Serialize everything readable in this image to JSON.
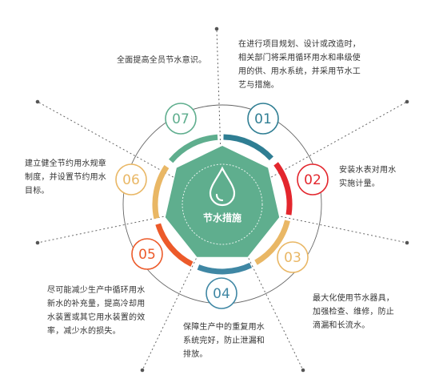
{
  "center": {
    "label": "节水措施",
    "icon": "water-drop-icon"
  },
  "colors": {
    "green": "#5fae8e",
    "teal": "#2f7e93",
    "red": "#e3262d",
    "gold": "#e9b765",
    "orange": "#ec5a2a",
    "steel": "#3f87a4"
  },
  "items": [
    {
      "num": "01",
      "text": [
        "在进行项目规划、设计或改造时，",
        "相关部门将采用循环用水和串级使",
        "用的供、用水系统，并采用节水工",
        "艺与措施。"
      ]
    },
    {
      "num": "02",
      "text": [
        "安装水表对用水",
        "实施计量。"
      ]
    },
    {
      "num": "03",
      "text": [
        "最大化使用节水器具，",
        "加强检查、维修，防止",
        "滴漏和长流水。"
      ]
    },
    {
      "num": "04",
      "text": [
        "保障生产中的重复用水",
        "系统完好，防止泄漏和",
        "排放。"
      ]
    },
    {
      "num": "05",
      "text": [
        "尽可能减少生产中循环用水",
        "新水的补充量，提高冷却用",
        "水装置或其它用水装置的效",
        "率，减少水的损失。"
      ]
    },
    {
      "num": "06",
      "text": [
        "建立健全节约用水规章",
        "制度，并设置节约用水",
        "目标。"
      ]
    },
    {
      "num": "07",
      "text": [
        "全面提高全员节水意识。"
      ]
    }
  ]
}
